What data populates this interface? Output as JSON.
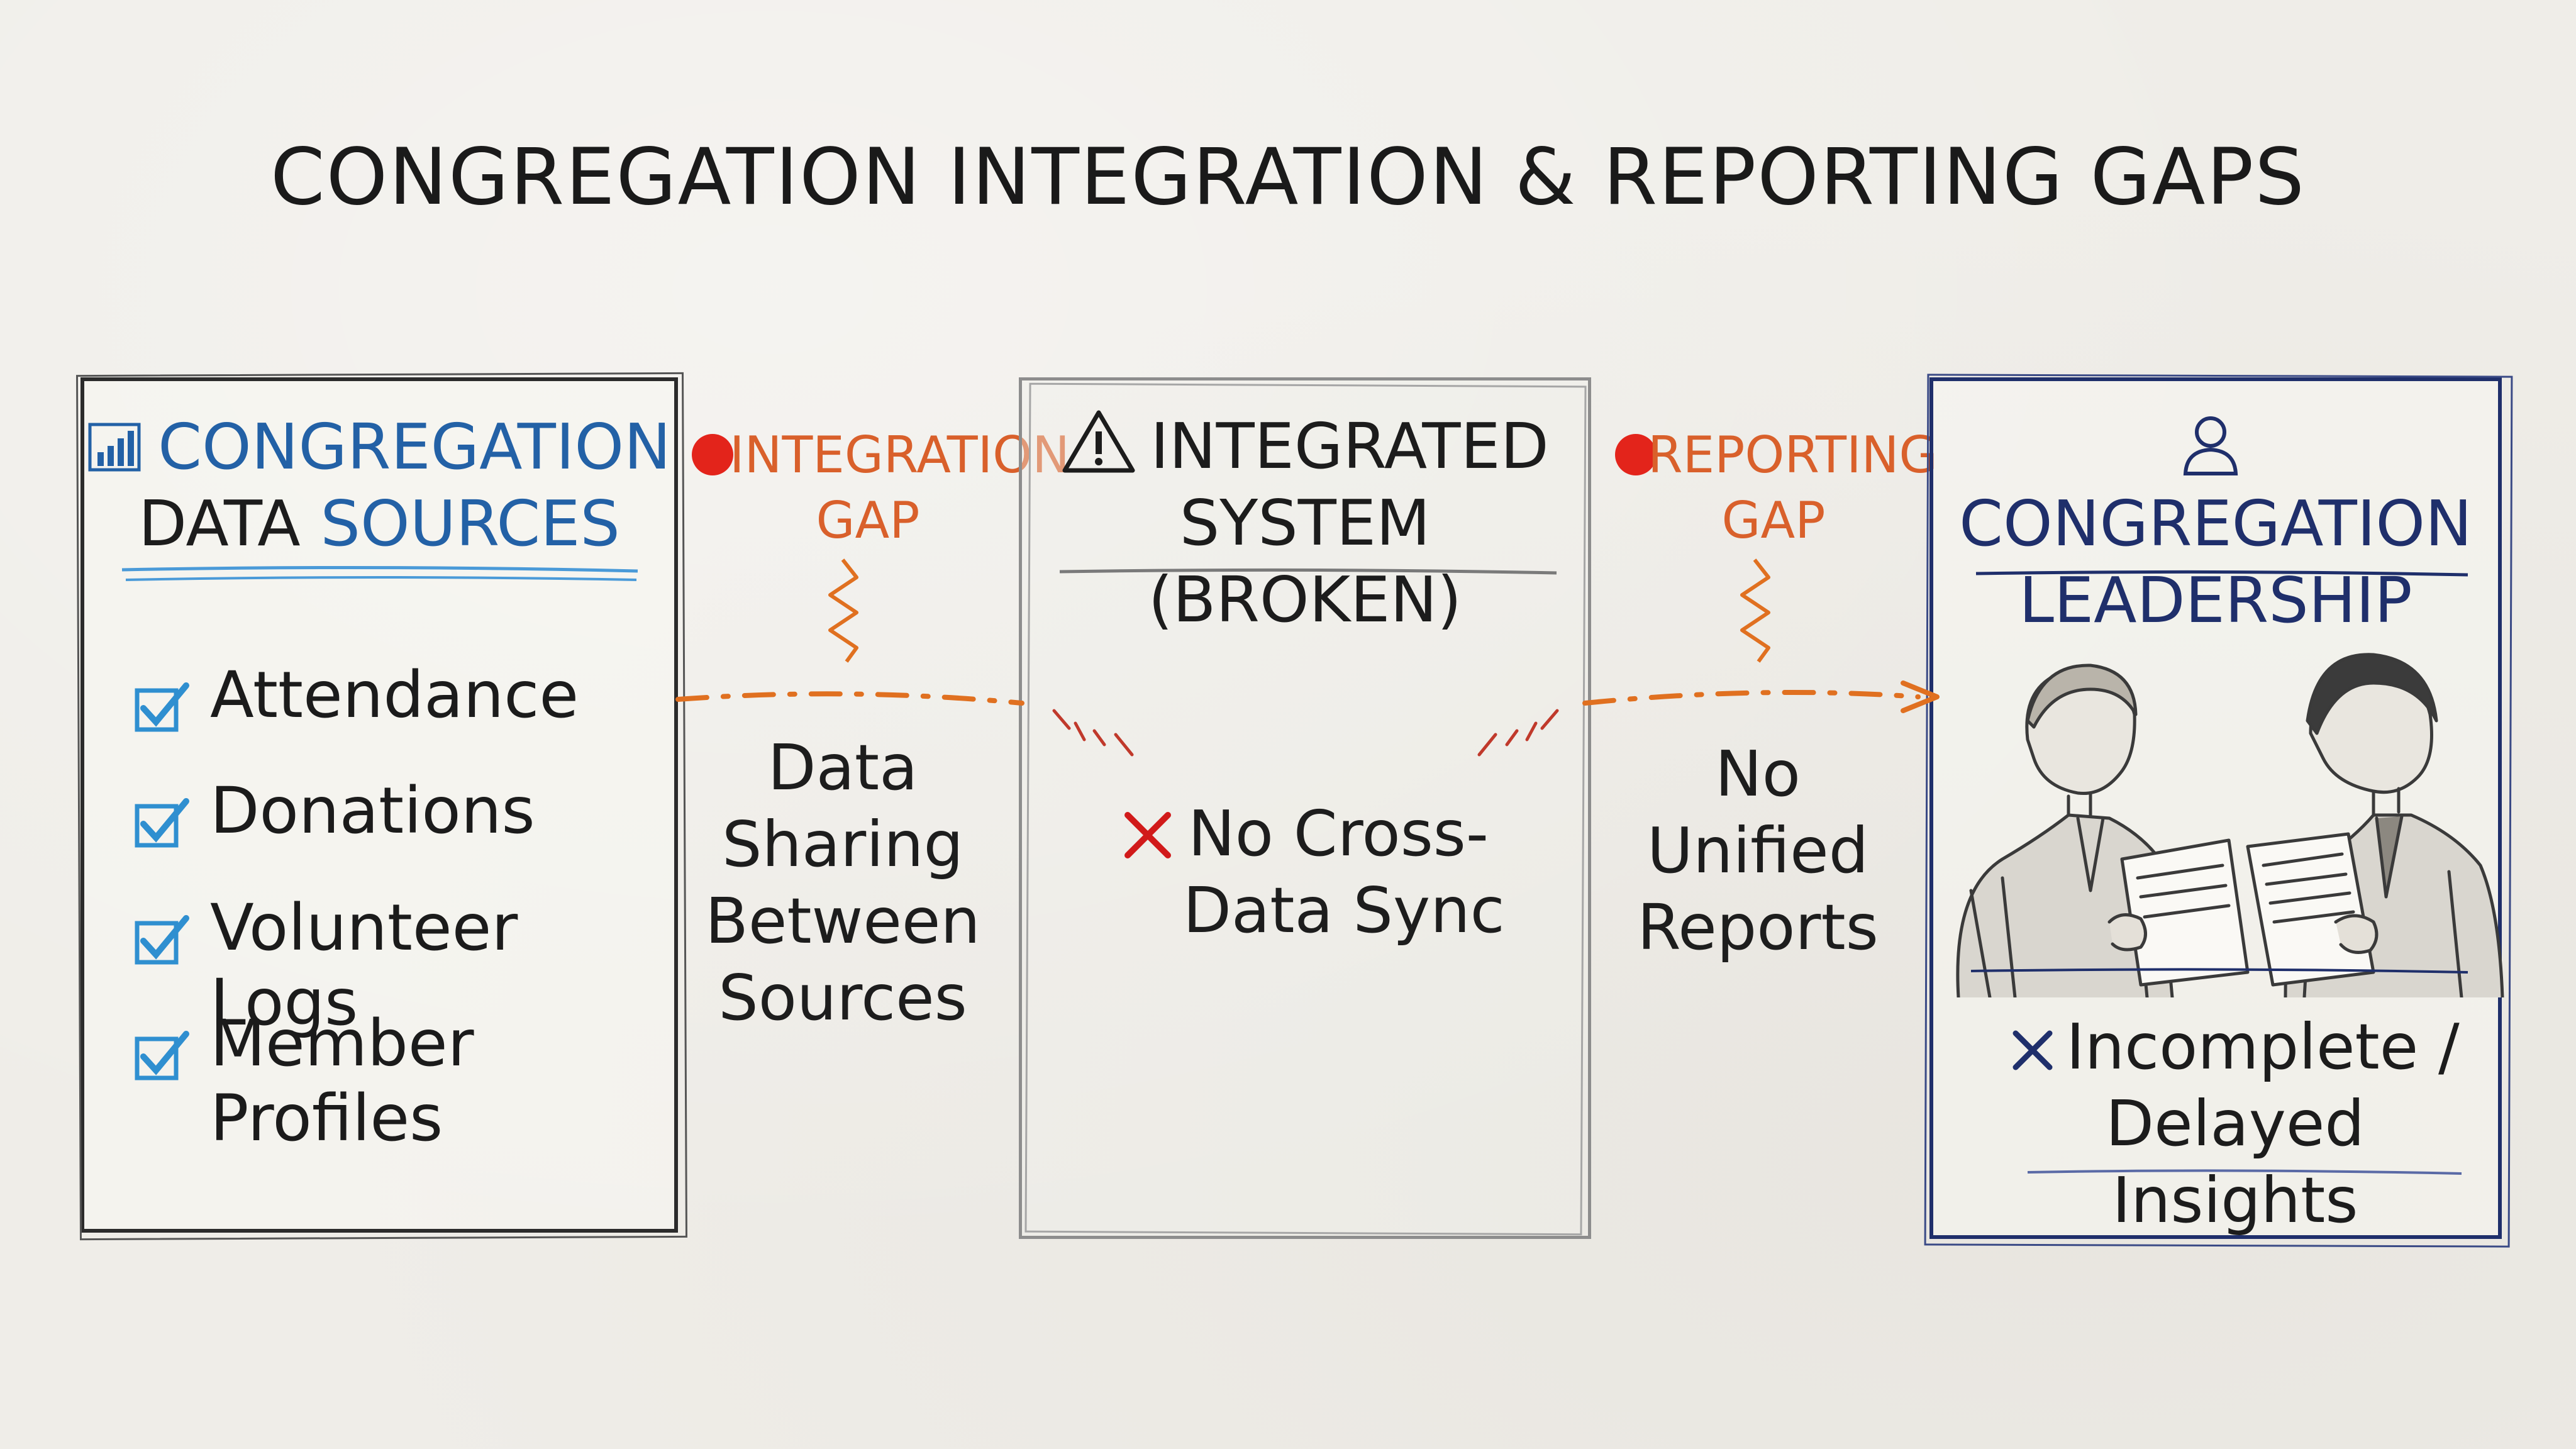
{
  "title": "CONGREGATION INTEGRATION & REPORTING GAPS",
  "sources": {
    "heading_line1": "CONGREGATION",
    "heading_line2_a": "DATA",
    "heading_line2_b": "SOURCES",
    "items": [
      "Attendance",
      "Donations",
      "Volunteer Logs",
      "Member Profiles"
    ]
  },
  "integration_gap": {
    "label_line1": "INTEGRATION",
    "label_line2": "GAP",
    "note_lines": [
      "Data",
      "Sharing",
      "Between",
      "Sources"
    ]
  },
  "system": {
    "heading_line1": "INTEGRATED",
    "heading_line2": "SYSTEM (BROKEN)",
    "issue_line1": "No Cross-",
    "issue_line2": "Data Sync"
  },
  "reporting_gap": {
    "label_line1": "REPORTING",
    "label_line2": "GAP",
    "note_lines": [
      "No",
      "Unified",
      "Reports"
    ]
  },
  "leadership": {
    "heading_line1": "CONGREGATION",
    "heading_line2": "LEADERSHIP",
    "issue_line1": "Incomplete /",
    "issue_line2": "Delayed Insights"
  },
  "colors": {
    "sources_blue": "#2361a6",
    "check_blue": "#2f8fd0",
    "gap_orange": "#e07020",
    "alert_red": "#e3241b",
    "leadership_navy": "#1f2f6b"
  },
  "icons": {
    "sources": "bar-chart-icon",
    "system": "warning-triangle-icon",
    "leadership": "person-icon",
    "issue": "x-mark-icon"
  }
}
